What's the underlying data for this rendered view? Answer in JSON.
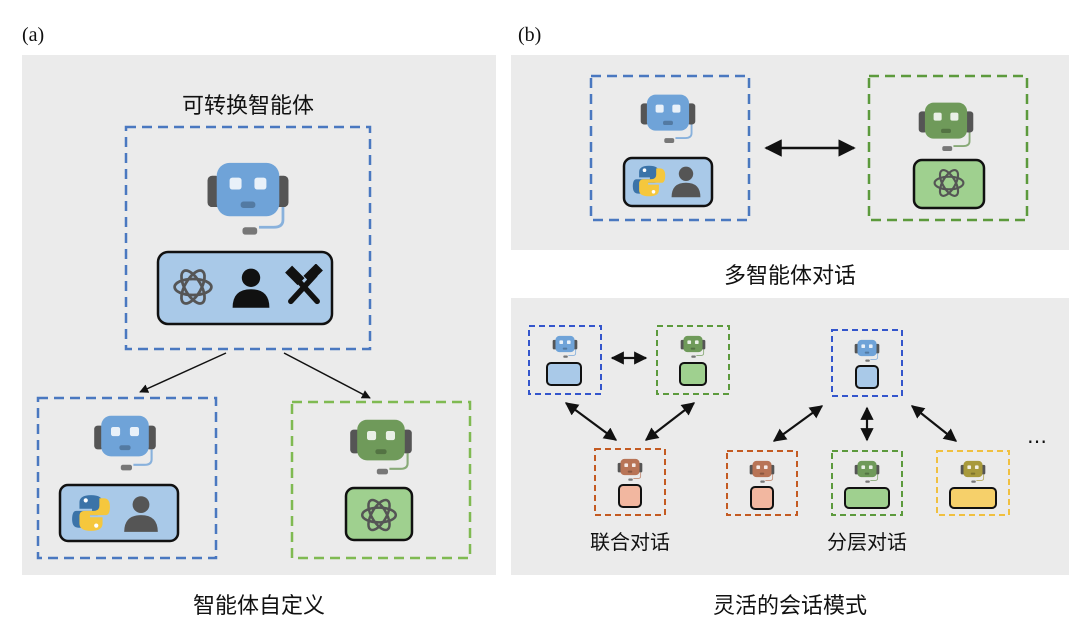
{
  "panels": {
    "a": {
      "label": "(a)",
      "title": "可转换智能体",
      "caption": "智能体自定义"
    },
    "b": {
      "label": "(b)",
      "top_caption": "多智能体对话",
      "bottom_caption": "灵活的会话模式",
      "joint_label": "联合对话",
      "hier_label": "分层对话",
      "ellipsis": "…"
    }
  },
  "colors": {
    "panel_bg": "#ebebeb",
    "blue_agent": "#6fa3d8",
    "blue_dash": "#4a78c0",
    "green_agent": "#6f9a5a",
    "green_dash": "#5c9a3c",
    "green_light_dash": "#7fba52",
    "orange_agent": "#b87456",
    "orange_dash": "#c45a22",
    "olive_agent": "#a89a3c",
    "yellow_dash": "#f0c040",
    "blue_box": "#a9c9e8",
    "green_box": "#9fd08f",
    "orange_box": "#f2b7a0",
    "yellow_box": "#f6d06a"
  },
  "icons": [
    "robot-head-icon",
    "openai-logo-icon",
    "person-icon",
    "hammer-pick-icon",
    "python-logo-icon"
  ]
}
